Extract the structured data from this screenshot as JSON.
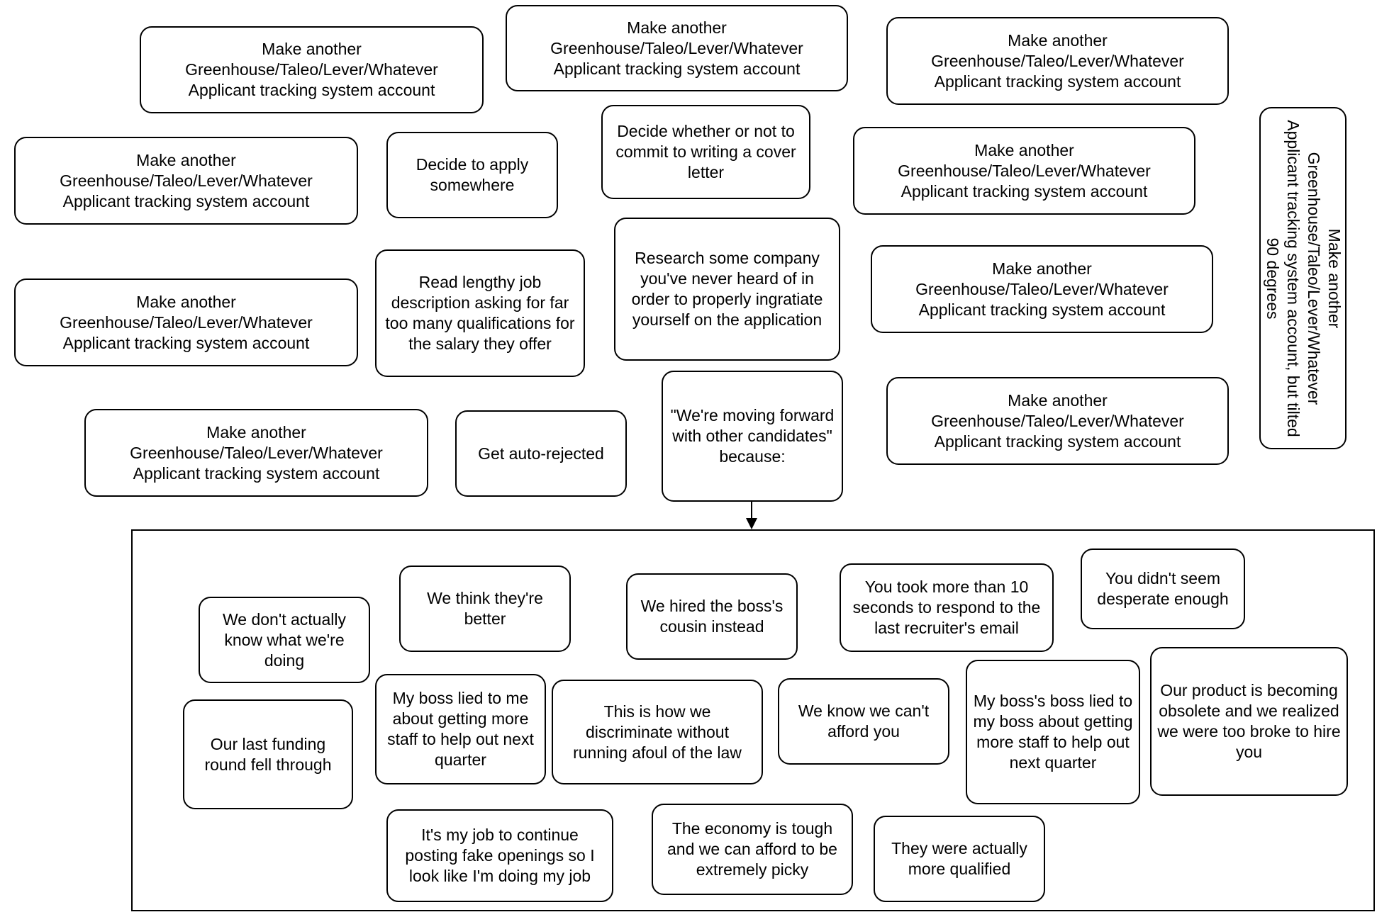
{
  "ats_boxes": {
    "a1": "Make another\nGreenhouse/Taleo/Lever/Whatever\nApplicant tracking system account",
    "a2": "Make another\nGreenhouse/Taleo/Lever/Whatever\nApplicant tracking system account",
    "a3": "Make another\nGreenhouse/Taleo/Lever/Whatever\nApplicant tracking system account",
    "a4": "Make another\nGreenhouse/Taleo/Lever/Whatever\nApplicant tracking system account",
    "a5": "Make another\nGreenhouse/Taleo/Lever/Whatever\nApplicant tracking system account",
    "a6": "Make another\nGreenhouse/Taleo/Lever/Whatever\nApplicant tracking system account",
    "a7": "Make another\nGreenhouse/Taleo/Lever/Whatever\nApplicant tracking system account",
    "a8": "Make another\nGreenhouse/Taleo/Lever/Whatever\nApplicant tracking system account",
    "a9": "Make another\nGreenhouse/Taleo/Lever/Whatever\nApplicant tracking system account",
    "tilted": "Make another\nGreenhouse/Taleo/Lever/Whatever\nApplicant tracking system account, but tilted\n90 degrees"
  },
  "steps": {
    "decide_apply": "Decide to apply\nsomewhere",
    "cover_letter": "Decide whether or not to\ncommit to writing a cover\nletter",
    "read_jd": "Read lengthy job\ndescription asking for far\ntoo many qualifications for\nthe salary they offer",
    "research": "Research some company\nyou've never heard of in\norder to properly ingratiate\nyourself on the application",
    "auto_reject": "Get auto-rejected",
    "moving_forward": "\"We're moving forward\nwith other candidates\"\nbecause:"
  },
  "reasons": {
    "r1": "We don't actually\nknow what we're\ndoing",
    "r2": "We think they're\nbetter",
    "r3": "We hired the boss's\ncousin instead",
    "r4": "You took more than 10\nseconds to respond to the\nlast recruiter's email",
    "r5": "You didn't seem\ndesperate enough",
    "r6": "Our last funding\nround fell through",
    "r7": "My boss lied to me\nabout getting more\nstaff to help out next\nquarter",
    "r8": "This is how we\ndiscriminate without\nrunning afoul of the law",
    "r9": "We know we can't\nafford you",
    "r10": "My boss's boss lied to\nmy boss about getting\nmore staff to help out\nnext quarter",
    "r11": "Our product is becoming\nobsolete and we realized\nwe were too broke to hire\nyou",
    "r12": "It's my job to continue\nposting fake openings so I\nlook like I'm doing my job",
    "r13": "The economy is tough\nand we can afford to be\nextremely picky",
    "r14": "They were actually\nmore qualified"
  }
}
